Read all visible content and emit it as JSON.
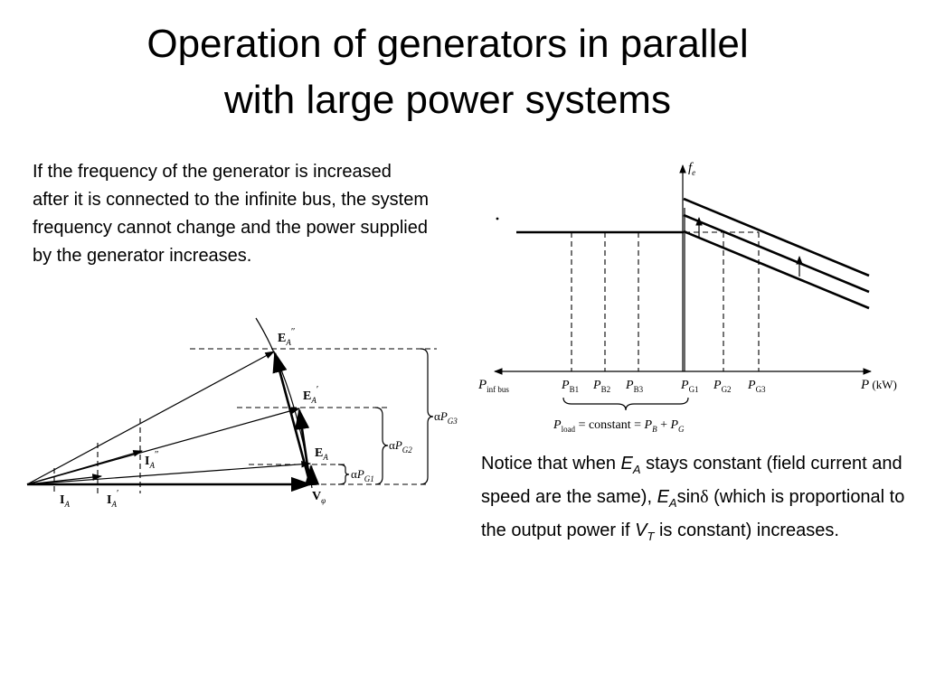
{
  "title": {
    "line1": "Operation of generators in parallel",
    "line2": "with large power systems"
  },
  "left_text": "If the frequency of the generator is increased after it is connected to the infinite bus, the system frequency cannot change and the power supplied by the generator increases.",
  "right_text": {
    "part1": "Notice that when ",
    "ea_main": "E",
    "ea_sub": "A",
    "part2": " stays constant (field current and speed are the same), ",
    "ea2_main": "E",
    "ea2_sub": "A",
    "sin": "sin",
    "delta": "δ",
    "part3": " (which is proportional to the output power if ",
    "vt_main": "V",
    "vt_sub": "T",
    "part4": " is constant) increases."
  },
  "frequency_diagram": {
    "y_axis_label": {
      "main": "f",
      "sub": "e"
    },
    "x_axis_right_label": {
      "main": "P",
      "unit": " (kW)"
    },
    "x_axis_left_label": {
      "main": "P",
      "sub": "inf bus"
    },
    "tick_labels": [
      {
        "main": "P",
        "sub": "B1"
      },
      {
        "main": "P",
        "sub": "B2"
      },
      {
        "main": "P",
        "sub": "B3"
      },
      {
        "main": "P",
        "sub": "G1"
      },
      {
        "main": "P",
        "sub": "G2"
      },
      {
        "main": "P",
        "sub": "G3"
      }
    ],
    "load_equation": {
      "p": "P",
      "load_sub": "load",
      "eq": " = constant = ",
      "pb": "P",
      "pb_sub": "B",
      "plus": " + ",
      "pg": "P",
      "pg_sub": "G"
    }
  },
  "phasor_diagram": {
    "labels": {
      "ea2": {
        "main": "E",
        "sub": "A",
        "sup": "″"
      },
      "ea1": {
        "main": "E",
        "sub": "A",
        "sup": "′"
      },
      "ea": {
        "main": "E",
        "sub": "A"
      },
      "vphi": {
        "main": "V",
        "sub": "φ"
      },
      "ia": {
        "main": "I",
        "sub": "A"
      },
      "ia1": {
        "main": "I",
        "sub": "A",
        "sup": "′"
      },
      "ia2": {
        "main": "I",
        "sub": "A",
        "sup": "″"
      }
    },
    "brackets": [
      {
        "alpha": "α",
        "main": "P",
        "sub": "G3"
      },
      {
        "alpha": "α",
        "main": "P",
        "sub": "G2"
      },
      {
        "alpha": "α",
        "main": "P",
        "sub": "G1"
      }
    ]
  }
}
